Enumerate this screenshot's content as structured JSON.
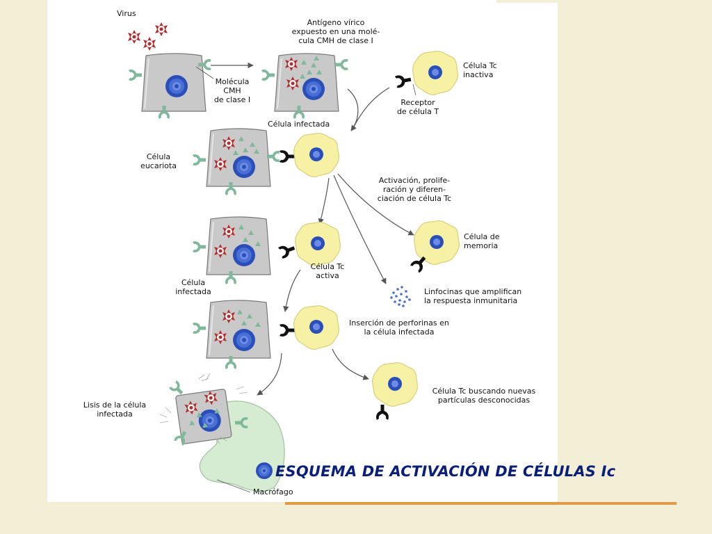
{
  "title": "ESQUEMA DE ACTIVACIÓN DE CÉLULAS Ic",
  "labels": {
    "virus": "Virus",
    "mhc": "Molécula\nCMH\nde clase I",
    "antigen": "Antígeno vírico\nexpuesto en una molé-\ncula CMH de clase I",
    "infected_cell_top": "Célula infectada",
    "tc_inactive": "Célula Tc\ninactiva",
    "tcr": "Receptor\nde célula T",
    "eukaryote": "Célula\neucariota",
    "activation": "Activación, prolife-\nración y diferen-\nciación de célula Tc",
    "memory": "Célula de\nmemoria",
    "infected_cell_mid": "Célula\ninfectada",
    "tc_active": "Célula Tc\nactiva",
    "lymphokines": "Linfocinas que amplifican\nla respuesta inmunitaria",
    "perforin": "Inserción de perforinas en\nla célula infectada",
    "searching": "Célula Tc buscando nuevas\npartículas desconocidas",
    "lysis": "Lisis de la célula\ninfectada",
    "macrophage": "Macrófago"
  },
  "colors": {
    "background": "#f2efd6",
    "title": "#0a1f7a",
    "underline": "#e39a47",
    "cell_body": "#c9c9c9",
    "nucleus": "#2a4fb8",
    "t_cell": "#f7f1a6",
    "mhc": "#7fb89a",
    "antigen": "#7fb89a",
    "virus": "#b52a2a",
    "macrophage": "#d5ebd2"
  }
}
